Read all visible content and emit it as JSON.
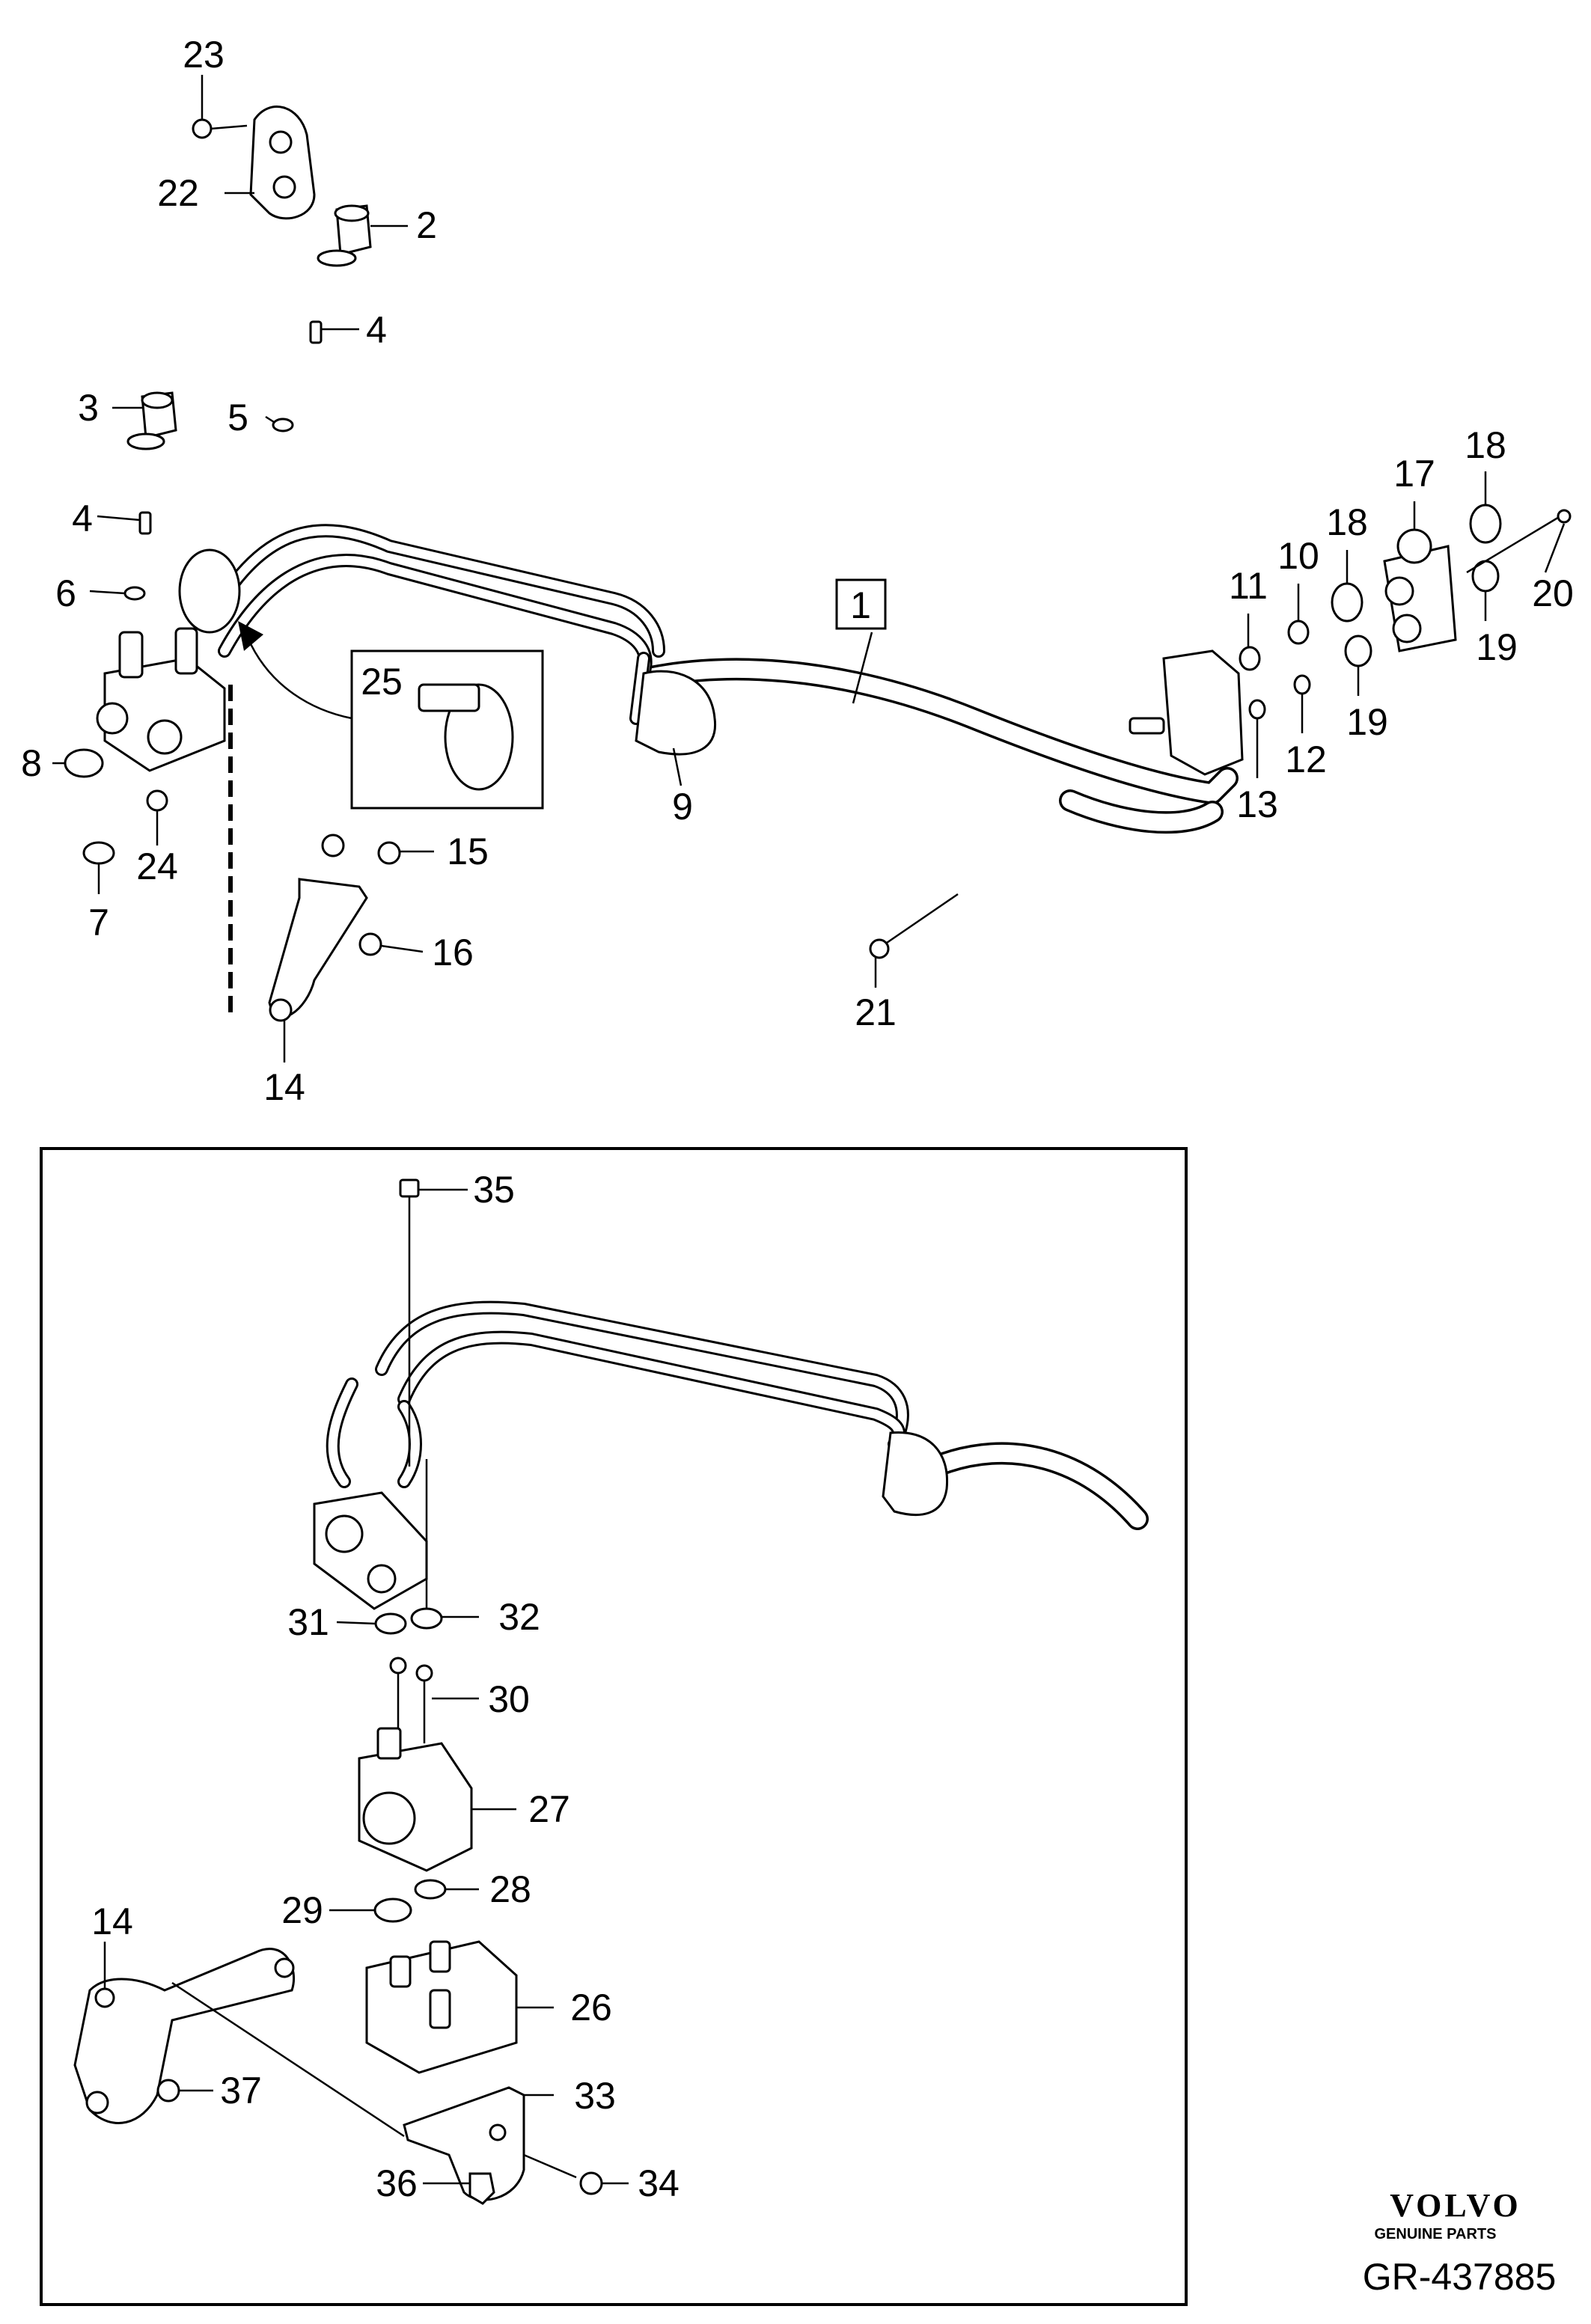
{
  "callouts": {
    "c1": "1",
    "c2": "2",
    "c3": "3",
    "c4a": "4",
    "c4b": "4",
    "c5": "5",
    "c6": "6",
    "c7": "7",
    "c8": "8",
    "c9": "9",
    "c10": "10",
    "c11": "11",
    "c12": "12",
    "c13": "13",
    "c14a": "14",
    "c14b": "14",
    "c15": "15",
    "c16": "16",
    "c17": "17",
    "c18a": "18",
    "c18b": "18",
    "c19a": "19",
    "c19b": "19",
    "c20": "20",
    "c21": "21",
    "c22": "22",
    "c23": "23",
    "c24": "24",
    "c25": "25",
    "c26": "26",
    "c27": "27",
    "c28": "28",
    "c29": "29",
    "c30": "30",
    "c31": "31",
    "c32": "32",
    "c33": "33",
    "c34": "34",
    "c35": "35",
    "c36": "36",
    "c37": "37"
  },
  "branding": {
    "logo_text": "VOLVO",
    "logo_subtext": "GENUINE PARTS",
    "reference": "GR-437885"
  }
}
